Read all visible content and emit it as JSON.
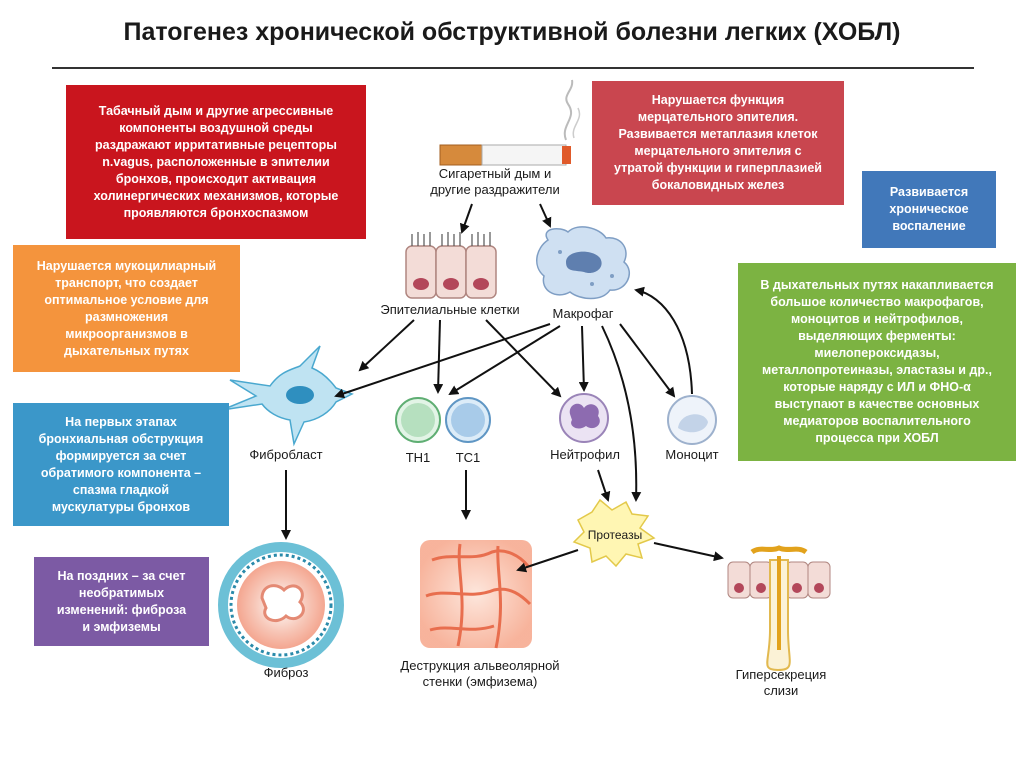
{
  "title": "Патогенез хронической обструктивной болезни легких (ХОБЛ)",
  "colors": {
    "red": "#c9151e",
    "rose": "#c9464f",
    "orange": "#f4943d",
    "blue": "#3b97c9",
    "purple": "#7c5aa4",
    "green": "#7cb342",
    "steelblue": "#4178ba"
  },
  "boxes": {
    "tobacco": "Табачный дым и другие агрессивные\nкомпоненты воздушной среды\nраздражают ирритативные рецепторы\nn.vagus, расположенные в эпителии\nбронхов, происходит активация\nхолинергических механизмов, которые\nпроявляются бронхоспазмом",
    "ciliary": "Нарушается функция\nмерцательного эпителия.\nРазвивается метаплазия клеток\nмерцательного эпителия с\nутратой функции и гиперплазией\nбокаловидных желез",
    "chronic": "Развивается\nхроническое\nвоспаление",
    "mucociliary": "Нарушается мукоцилиарный\nтранспорт, что создает\nоптимальное условие для\nразмножения\nмикроорганизмов в\nдыхательных путях",
    "macrophages": "В дыхательных путях накапливается\nбольшое количество макрофагов,\nмоноцитов и нейтрофилов,\nвыделяющих ферменты:\nмиелопероксидазы,\nметаллопротеиназы, эластазы и др.,\nкоторые наряду с ИЛ и ФНО-α\nвыступают в качестве основных\nмедиаторов воспалительного\nпроцесса при ХОБЛ",
    "early": "На первых этапах\nбронхиальная обструкция\nформируется за счет\nобратимого компонента –\nспазма гладкой\nмускулатуры бронхов",
    "late": "На поздних – за счет\nнеобратимых\nизменений: фиброза\nи эмфиземы"
  },
  "labels": {
    "smoke": "Сигаретный дым и\nдругие раздражители",
    "epithelial": "Эпителиальные клетки",
    "macrophage": "Макрофаг",
    "fibroblast": "Фибробласт",
    "th1": "TH1",
    "tc1": "TC1",
    "neutrophil": "Нейтрофил",
    "monocyte": "Моноцит",
    "proteases": "Протеазы",
    "fibrosis": "Фиброз",
    "destruction": "Деструкция альвеолярной\nстенки (эмфизема)",
    "hypersecretion": "Гиперсекреция\nслизи"
  }
}
